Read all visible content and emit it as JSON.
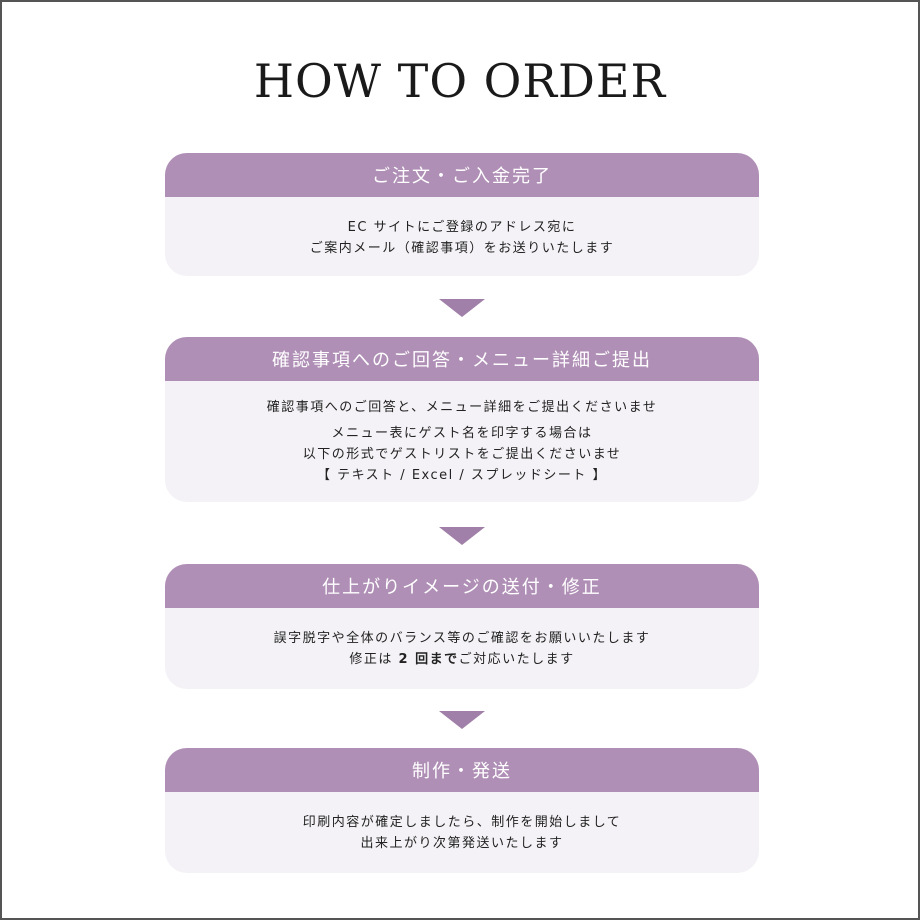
{
  "title": "HOW TO ORDER",
  "colors": {
    "accent": "#b08fb6",
    "arrow": "#a07fa8",
    "card_background": "#f4f2f6",
    "header_text": "#ffffff",
    "body_text": "#222222"
  },
  "steps": [
    {
      "heading": "ご注文・ご入金完了",
      "lines": [
        "EC サイトにご登録のアドレス宛に",
        "ご案内メール（確認事項）をお送りいたします"
      ]
    },
    {
      "heading": "確認事項へのご回答・メニュー詳細ご提出",
      "lines": [
        "確認事項へのご回答と、メニュー詳細をご提出くださいませ",
        "メニュー表にゲスト名を印字する場合は",
        "以下の形式でゲストリストをご提出くださいませ",
        "【 テキスト / Excel / スプレッドシート 】"
      ]
    },
    {
      "heading": "仕上がりイメージの送付・修正",
      "lines": [
        "誤字脱字や全体のバランス等のご確認をお願いいたします"
      ],
      "line_with_emphasis": {
        "before": "修正は ",
        "emphasis": "2 回まで",
        "after": "ご対応いたします"
      }
    },
    {
      "heading": "制作・発送",
      "lines": [
        "印刷内容が確定しましたら、制作を開始しまして",
        "出来上がり次第発送いたします"
      ]
    }
  ]
}
